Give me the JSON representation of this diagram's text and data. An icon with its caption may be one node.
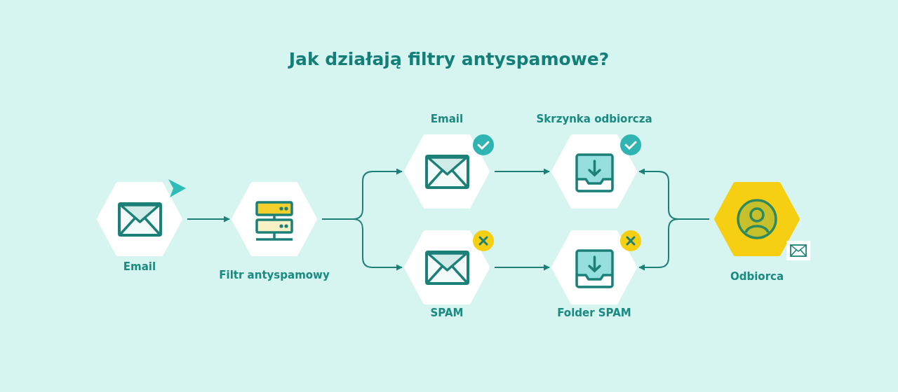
{
  "diagram": {
    "title": "Jak działają filtry antyspamowe?",
    "nodes": [
      {
        "text": [
          "Email"
        ]
      },
      {
        "text": [
          "Filtr antyspamowy"
        ]
      },
      {
        "text": [
          "Email"
        ]
      },
      {
        "text": [
          "SPAM"
        ]
      },
      {
        "text": [
          "Skrzynka odbiorcza"
        ]
      },
      {
        "text": [
          "Folder SPAM"
        ]
      },
      {
        "text": [
          "Odbiorca"
        ]
      }
    ],
    "edges": [
      {
        "from": 0,
        "to": 1,
        "arrow": "to"
      },
      {
        "from": 1,
        "to": 2,
        "arrow": "to"
      },
      {
        "from": 1,
        "to": 3,
        "arrow": "to"
      },
      {
        "from": 2,
        "to": 4,
        "arrow": "to"
      },
      {
        "from": 3,
        "to": 5,
        "arrow": "to"
      },
      {
        "from": 6,
        "to": 4,
        "arrow": "to"
      },
      {
        "from": 6,
        "to": 5,
        "arrow": "to"
      }
    ]
  }
}
